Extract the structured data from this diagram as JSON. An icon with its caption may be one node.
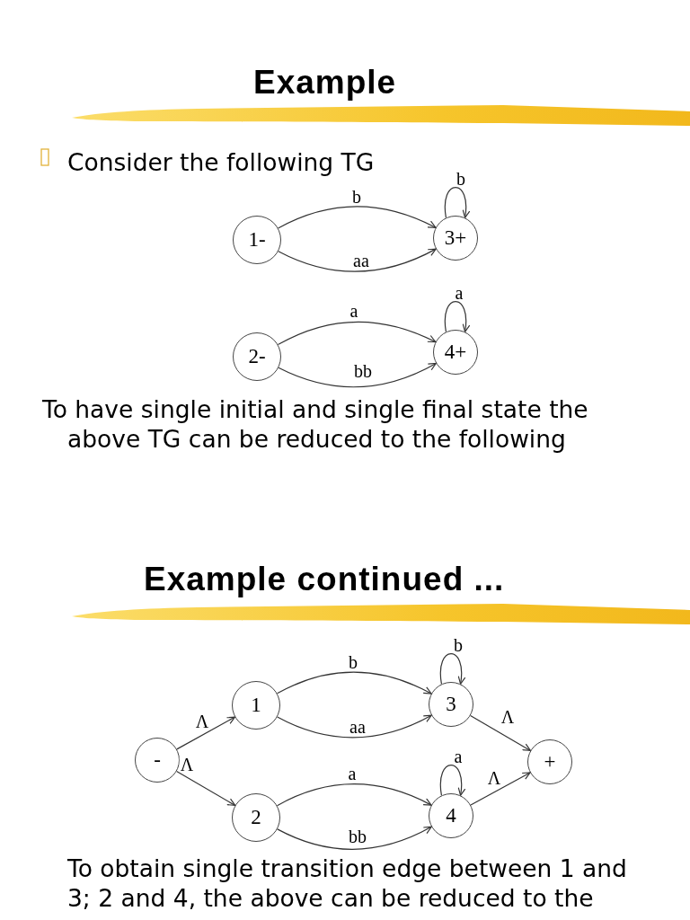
{
  "diagram": {
    "title": "Example",
    "nodes": [
      {
        "text": [
          "1-"
        ]
      },
      {
        "text": [
          "3+"
        ]
      },
      {
        "text": [
          "2-"
        ]
      },
      {
        "text": [
          "4+"
        ]
      },
      {
        "text": [
          "-"
        ]
      },
      {
        "text": [
          "1"
        ]
      },
      {
        "text": [
          "2"
        ]
      },
      {
        "text": [
          "3"
        ]
      },
      {
        "text": [
          "4"
        ]
      },
      {
        "text": [
          "+"
        ]
      }
    ],
    "edges": [
      {
        "from": 0,
        "to": 1,
        "arrow": "to",
        "label": "b"
      },
      {
        "from": 0,
        "to": 1,
        "arrow": "to",
        "label": "aa"
      },
      {
        "from": 1,
        "to": 1,
        "arrow": "to",
        "label": "b"
      },
      {
        "from": 2,
        "to": 3,
        "arrow": "to",
        "label": "a"
      },
      {
        "from": 2,
        "to": 3,
        "arrow": "to",
        "label": "bb"
      },
      {
        "from": 3,
        "to": 3,
        "arrow": "to",
        "label": "a"
      },
      {
        "from": 4,
        "to": 5,
        "arrow": "to",
        "label": "Λ"
      },
      {
        "from": 4,
        "to": 6,
        "arrow": "to",
        "label": "Λ"
      },
      {
        "from": 5,
        "to": 7,
        "arrow": "to",
        "label": "b"
      },
      {
        "from": 5,
        "to": 7,
        "arrow": "to",
        "label": "aa"
      },
      {
        "from": 7,
        "to": 7,
        "arrow": "to",
        "label": "b"
      },
      {
        "from": 6,
        "to": 8,
        "arrow": "to",
        "label": "a"
      },
      {
        "from": 6,
        "to": 8,
        "arrow": "to",
        "label": "bb"
      },
      {
        "from": 8,
        "to": 8,
        "arrow": "to",
        "label": "a"
      },
      {
        "from": 7,
        "to": 9,
        "arrow": "to",
        "label": "Λ"
      },
      {
        "from": 8,
        "to": 9,
        "arrow": "to",
        "label": "Λ"
      }
    ],
    "labels": [
      "Consider the following TG",
      "To have single initial and single final state the above TG can be reduced to the following",
      "Example continued ...",
      "To obtain single transition edge between 1 and 3; 2 and 4, the above can be reduced to the"
    ]
  }
}
